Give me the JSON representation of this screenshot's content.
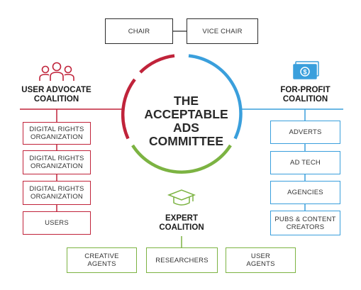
{
  "leadership": {
    "chair": "CHAIR",
    "vice_chair": "VICE CHAIR"
  },
  "committee_title": [
    "THE",
    "ACCEPTABLE ADS",
    "COMMITTEE"
  ],
  "user_advocate": {
    "title": [
      "USER ADVOCATE",
      "COALITION"
    ],
    "members": [
      [
        "DIGITAL RIGHTS",
        "ORGANIZATION"
      ],
      [
        "DIGITAL RIGHTS",
        "ORGANIZATION"
      ],
      [
        "DIGITAL RIGHTS",
        "ORGANIZATION"
      ],
      [
        "USERS"
      ]
    ]
  },
  "for_profit": {
    "title": [
      "FOR-PROFIT",
      "COALITION"
    ],
    "members": [
      [
        "ADVERTS"
      ],
      [
        "AD TECH"
      ],
      [
        "AGENCIES"
      ],
      [
        "PUBS & CONTENT",
        "CREATORS"
      ]
    ]
  },
  "expert": {
    "title": [
      "EXPERT",
      "COALITION"
    ],
    "members": [
      [
        "CREATIVE",
        "AGENTS"
      ],
      [
        "RESEARCHERS"
      ],
      [
        "USER",
        "AGENTS"
      ]
    ]
  },
  "colors": {
    "user_advocate": "#c0233a",
    "for_profit": "#3a9fdc",
    "expert": "#7cb342",
    "leadership": "#2b2b2b"
  },
  "icons": {
    "user_advocate": "people-group-icon",
    "for_profit": "money-bill-icon",
    "expert": "graduation-cap-icon"
  }
}
